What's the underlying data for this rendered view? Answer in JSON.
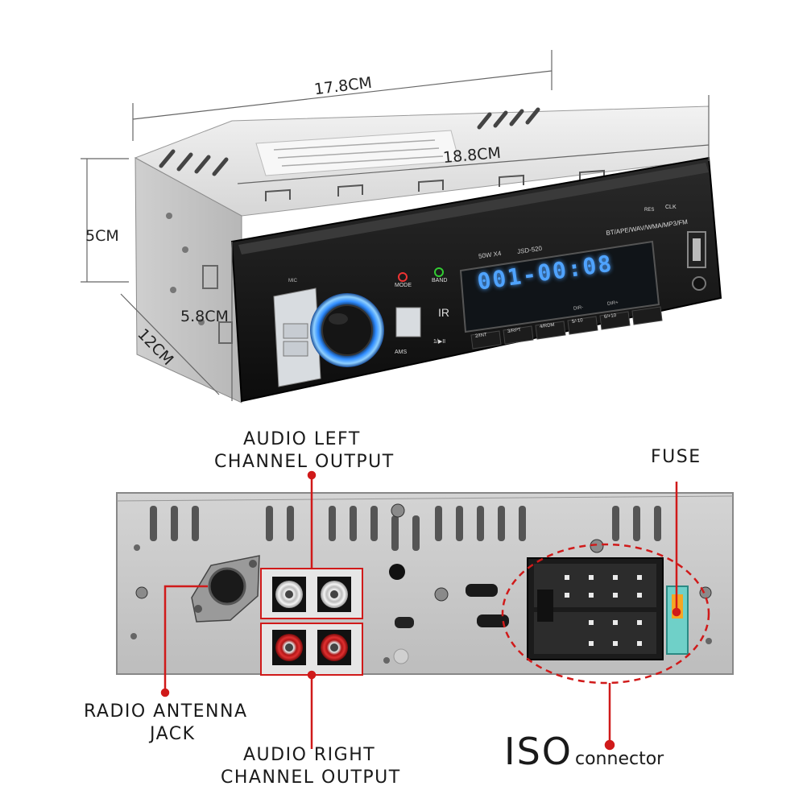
{
  "dimensions": {
    "width_top": "17.8CM",
    "width_front": "18.8CM",
    "height": "5CM",
    "front_height": "5.8CM",
    "depth": "12CM"
  },
  "front_panel": {
    "display_text": "001-00:08",
    "model": "JSD-520",
    "power": "50W X4",
    "formats": "BT/APE/WAV/WMA/MP3/FM",
    "mode_label": "MODE",
    "band_label": "BAND",
    "mic_label": "MIC",
    "ams_label": "AMS",
    "ir_label": "IR",
    "res_label": "RES",
    "clk_label": "CLK",
    "presets": [
      "1/▶II",
      "2/INT",
      "3/RPT",
      "4/RDM",
      "5/-10",
      "6/+10"
    ],
    "dir_minus": "DIR-",
    "dir_plus": "DIR+"
  },
  "callouts": {
    "audio_left": [
      "AUDIO LEFT",
      "CHANNEL OUTPUT"
    ],
    "audio_right": [
      "AUDIO RIGHT",
      "CHANNEL OUTPUT"
    ],
    "antenna": [
      "RADIO ANTENNA",
      "JACK"
    ],
    "fuse": "FUSE",
    "iso_big": "ISO",
    "iso_small": "connector"
  },
  "colors": {
    "callout_red": "#d01a1a",
    "display_blue": "#4fa3ff",
    "knob_glow": "#2e8bff",
    "panel_gray": "#c9c9c9",
    "body_black": "#111111"
  }
}
